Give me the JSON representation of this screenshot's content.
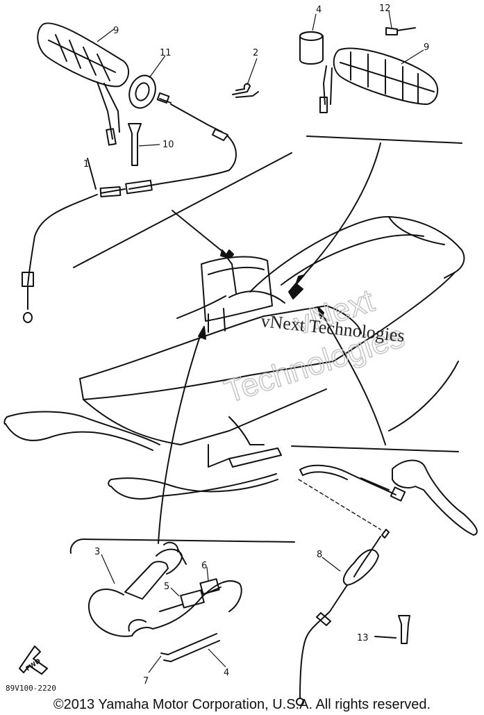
{
  "callouts": {
    "c1": "1",
    "c2": "2",
    "c3": "3",
    "c4_top": "4",
    "c4_bottom": "4",
    "c5": "5",
    "c6": "6",
    "c7": "7",
    "c8": "8",
    "c9_left": "9",
    "c9_right": "9",
    "c10": "10",
    "c11": "11",
    "c12": "12",
    "c13": "13"
  },
  "fwd_label": "FWD",
  "diagram_code": "89V100-2220",
  "watermark": {
    "line1": "vNext",
    "line2": "Technologies",
    "overlay": "vNext Technologies"
  },
  "copyright": "©2013 Yamaha Motor Corporation, U.S.A. All rights reserved."
}
